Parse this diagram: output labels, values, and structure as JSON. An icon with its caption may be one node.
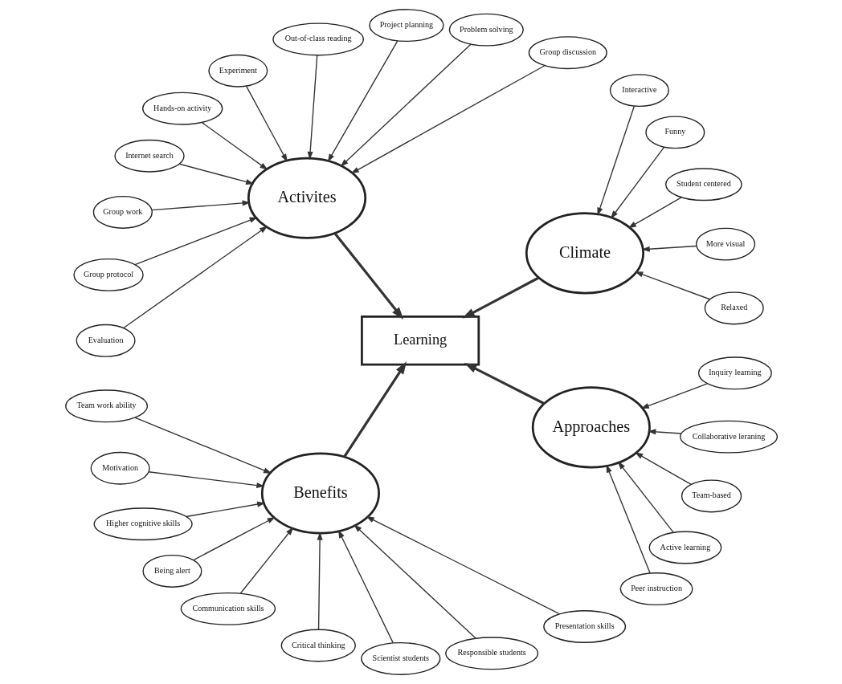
{
  "diagram": {
    "nodes": [
      {
        "text": [
          "Climate"
        ]
      },
      {
        "text": [
          "Relaxed"
        ]
      },
      {
        "text": [
          "More visual"
        ]
      },
      {
        "text": [
          "Student centered"
        ]
      },
      {
        "text": [
          "Funny"
        ]
      },
      {
        "text": [
          "Interactive"
        ]
      },
      {
        "text": [
          "Activites"
        ]
      },
      {
        "text": [
          "Group discussion"
        ]
      },
      {
        "text": [
          "Problem solving"
        ]
      },
      {
        "text": [
          "Project planning"
        ]
      },
      {
        "text": [
          "Out-of-class reading"
        ]
      },
      {
        "text": [
          "Experiment"
        ]
      },
      {
        "text": [
          "Hands-on activity"
        ]
      },
      {
        "text": [
          "Internet search"
        ]
      },
      {
        "text": [
          "Group work"
        ]
      },
      {
        "text": [
          "Group protocol"
        ]
      },
      {
        "text": [
          "Evaluation"
        ]
      },
      {
        "text": [
          "Learning"
        ]
      },
      {
        "text": [
          "Benefits"
        ]
      },
      {
        "text": [
          "Team work ability"
        ]
      },
      {
        "text": [
          "Motivation"
        ]
      },
      {
        "text": [
          "Higher cognitive skills"
        ]
      },
      {
        "text": [
          "Being alert"
        ]
      },
      {
        "text": [
          "Communication skills"
        ]
      },
      {
        "text": [
          "Critical thinking"
        ]
      },
      {
        "text": [
          "Scientist students"
        ]
      },
      {
        "text": [
          "Responsible students"
        ]
      },
      {
        "text": [
          "Presentation skills"
        ]
      },
      {
        "text": [
          "Approaches"
        ]
      },
      {
        "text": [
          "Peer instruction"
        ]
      },
      {
        "text": [
          "Active learning"
        ]
      },
      {
        "text": [
          "Team-based"
        ]
      },
      {
        "text": [
          "Collaborative leraning"
        ]
      },
      {
        "text": [
          "Inquiry learning"
        ]
      }
    ],
    "edges": [
      {
        "from": 1,
        "to": 0,
        "arrow": "to"
      },
      {
        "from": 2,
        "to": 0,
        "arrow": "to"
      },
      {
        "from": 3,
        "to": 0,
        "arrow": "to"
      },
      {
        "from": 4,
        "to": 0,
        "arrow": "to"
      },
      {
        "from": 5,
        "to": 0,
        "arrow": "to"
      },
      {
        "from": 0,
        "to": 17,
        "arrow": "to",
        "style": "thick"
      },
      {
        "from": 7,
        "to": 6,
        "arrow": "to"
      },
      {
        "from": 8,
        "to": 6,
        "arrow": "to"
      },
      {
        "from": 9,
        "to": 6,
        "arrow": "to"
      },
      {
        "from": 10,
        "to": 6,
        "arrow": "to"
      },
      {
        "from": 11,
        "to": 6,
        "arrow": "to"
      },
      {
        "from": 12,
        "to": 6,
        "arrow": "to"
      },
      {
        "from": 13,
        "to": 6,
        "arrow": "to"
      },
      {
        "from": 14,
        "to": 6,
        "arrow": "to"
      },
      {
        "from": 15,
        "to": 6,
        "arrow": "to"
      },
      {
        "from": 16,
        "to": 6,
        "arrow": "to"
      },
      {
        "from": 6,
        "to": 17,
        "arrow": "to",
        "style": "thick"
      },
      {
        "from": 18,
        "to": 17,
        "arrow": "to",
        "style": "thick"
      },
      {
        "from": 19,
        "to": 18,
        "arrow": "to"
      },
      {
        "from": 20,
        "to": 18,
        "arrow": "to"
      },
      {
        "from": 21,
        "to": 18,
        "arrow": "to"
      },
      {
        "from": 22,
        "to": 18,
        "arrow": "to"
      },
      {
        "from": 23,
        "to": 18,
        "arrow": "to"
      },
      {
        "from": 24,
        "to": 18,
        "arrow": "to"
      },
      {
        "from": 25,
        "to": 18,
        "arrow": "to"
      },
      {
        "from": 26,
        "to": 18,
        "arrow": "to"
      },
      {
        "from": 27,
        "to": 18,
        "arrow": "to"
      },
      {
        "from": 28,
        "to": 17,
        "arrow": "to",
        "style": "thick"
      },
      {
        "from": 29,
        "to": 28,
        "arrow": "to"
      },
      {
        "from": 30,
        "to": 28,
        "arrow": "to"
      },
      {
        "from": 31,
        "to": 28,
        "arrow": "to"
      },
      {
        "from": 32,
        "to": 28,
        "arrow": "to"
      },
      {
        "from": 33,
        "to": 28,
        "arrow": "to"
      }
    ]
  }
}
